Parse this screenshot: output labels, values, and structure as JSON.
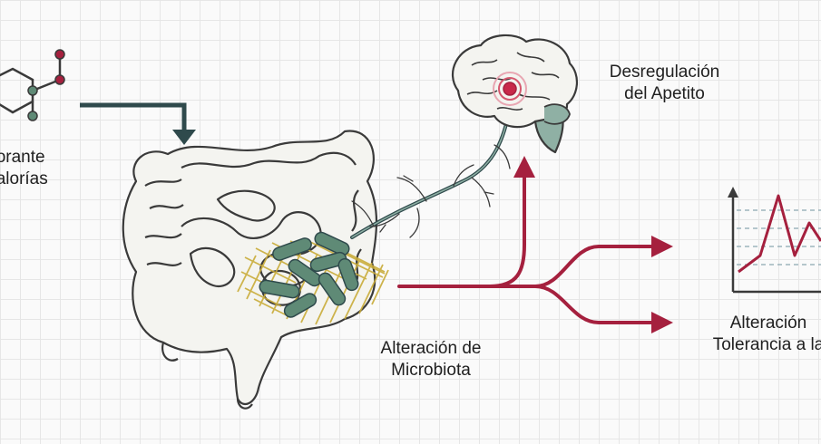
{
  "labels": {
    "sweetener_line1": "lcorante",
    "sweetener_line2": "Calorías",
    "brain_line1": "Desregulación",
    "brain_line2": "del Apetito",
    "microbiota_line1": "Alteración de",
    "microbiota_line2": "Microbiota",
    "tolerance_line1": "Alteración",
    "tolerance_line2": "Tolerancia a la"
  },
  "colors": {
    "dark_teal": "#2f4a4c",
    "crimson": "#a5203e",
    "bacteria": "#5f8a76",
    "hatch": "#c9ac3a",
    "outline": "#3a3a3a",
    "brain_spot": "#c8294a",
    "brainstem_fill": "#8fb0a4"
  },
  "icons": [
    "molecule-icon",
    "intestine-icon",
    "brain-icon",
    "bacteria-icon",
    "line-graph-icon"
  ]
}
